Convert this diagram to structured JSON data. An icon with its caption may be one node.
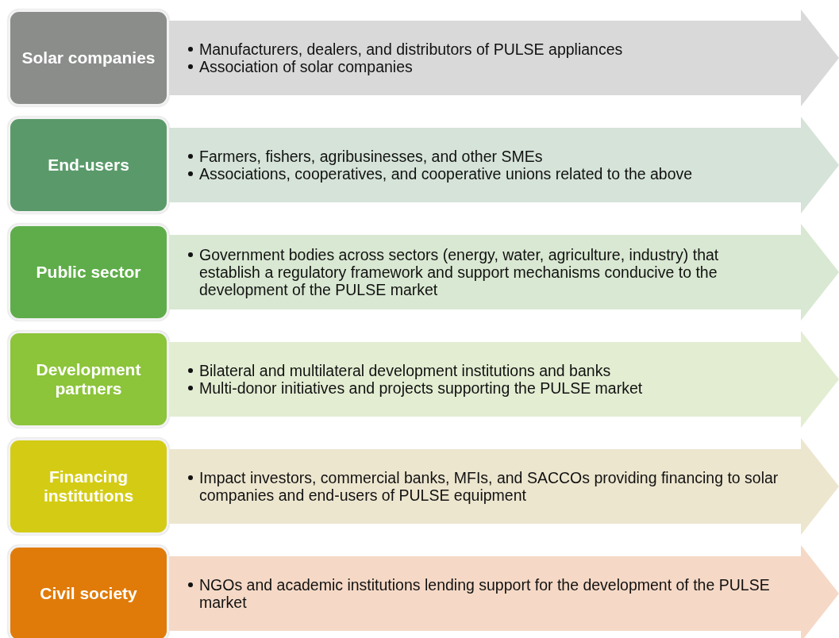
{
  "diagram": {
    "nodes": [
      {
        "text": [
          "Solar companies"
        ]
      },
      {
        "text": [
          "Manufacturers, dealers, and distributors of PULSE appliances",
          "Association of solar companies"
        ]
      },
      {
        "text": [
          "End-users"
        ]
      },
      {
        "text": [
          "Farmers, fishers, agribusinesses, and other SMEs",
          "Associations, cooperatives, and cooperative unions related to the above"
        ]
      },
      {
        "text": [
          "Public sector"
        ]
      },
      {
        "text": [
          "Government bodies across sectors (energy, water, agriculture, industry) that establish a regulatory framework and support mechanisms conducive to the development of the PULSE market"
        ]
      },
      {
        "text": [
          "Development partners"
        ]
      },
      {
        "text": [
          "Bilateral and multilateral development institutions and banks",
          "Multi-donor initiatives and projects supporting the PULSE market"
        ]
      },
      {
        "text": [
          "Financing institutions"
        ]
      },
      {
        "text": [
          "Impact investors, commercial banks, MFIs, and SACCOs providing financing to solar companies and end-users of PULSE equipment"
        ]
      },
      {
        "text": [
          "Civil society"
        ]
      },
      {
        "text": [
          "NGOs and academic institutions lending support for the development of the PULSE market"
        ]
      }
    ]
  }
}
